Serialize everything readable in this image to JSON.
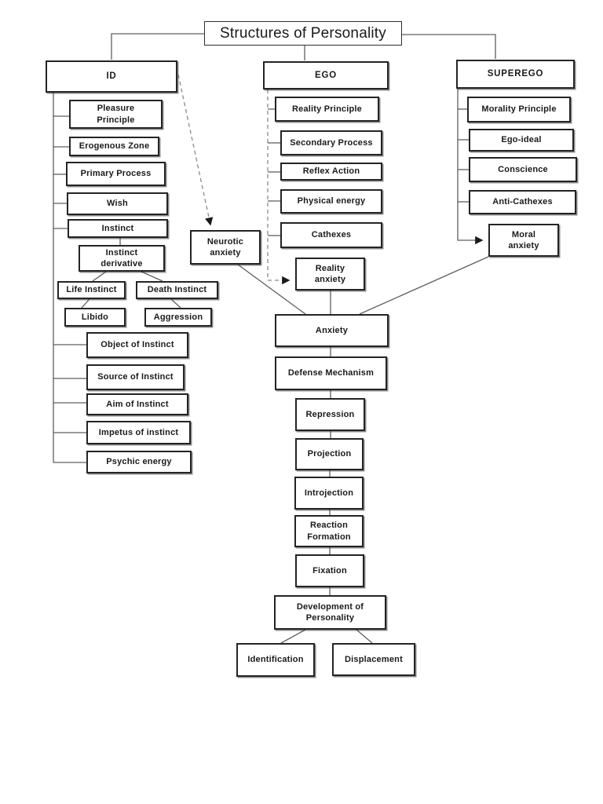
{
  "diagram": {
    "title": "Structures of Personality",
    "branches": {
      "id": {
        "header": "ID",
        "items": [
          "Pleasure Principle",
          "Erogenous Zone",
          "Primary Process",
          "Wish",
          "Instinct",
          "Instinct derivative",
          "Life Instinct",
          "Death Instinct",
          "Libido",
          "Aggression",
          "Object of Instinct",
          "Source of Instinct",
          "Aim of Instinct",
          "Impetus of instinct",
          "Psychic energy"
        ]
      },
      "ego": {
        "header": "EGO",
        "items": [
          "Reality Principle",
          "Secondary Process",
          "Reflex Action",
          "Physical energy",
          "Cathexes",
          "Reality anxiety"
        ]
      },
      "superego": {
        "header": "SUPEREGO",
        "items": [
          "Morality Principle",
          "Ego-ideal",
          "Conscience",
          "Anti-Cathexes",
          "Moral anxiety"
        ]
      }
    },
    "center": {
      "items": [
        "Neurotic anxiety",
        "Anxiety",
        "Defense Mechanism",
        "Repression",
        "Projection",
        "Introjection",
        "Reaction Formation",
        "Fixation",
        "Development of Personality",
        "Identification",
        "Displacement"
      ]
    },
    "colors": {
      "box_border": "#242424",
      "connector": "#5f5f5f",
      "dashed_connector": "#8a8a8a",
      "background": "#ffffff"
    }
  }
}
